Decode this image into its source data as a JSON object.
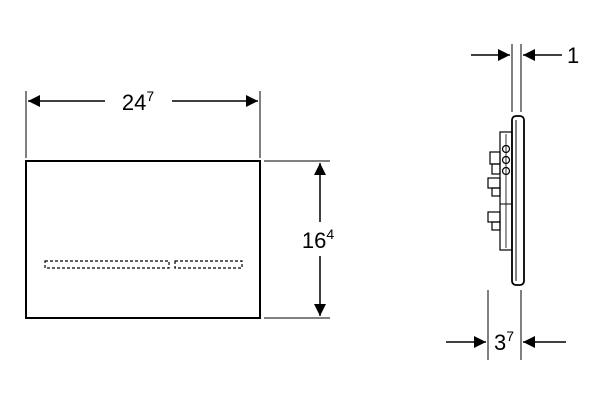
{
  "front_view": {
    "width_dimension": {
      "main": "24",
      "sup": "7"
    },
    "height_dimension": {
      "main": "16",
      "sup": "4"
    }
  },
  "side_view": {
    "top_dimension": {
      "main": "1"
    },
    "bottom_dimension": {
      "main": "3",
      "sup": "7"
    }
  }
}
